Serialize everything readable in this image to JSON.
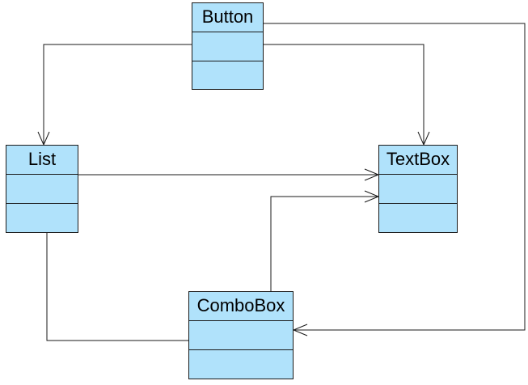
{
  "diagram": {
    "classes": [
      {
        "id": "button",
        "name": "Button"
      },
      {
        "id": "list",
        "name": "List"
      },
      {
        "id": "textbox",
        "name": "TextBox"
      },
      {
        "id": "combobox",
        "name": "ComboBox"
      }
    ],
    "relations": [
      {
        "from": "Button",
        "to": "List",
        "kind": "navigable-association"
      },
      {
        "from": "Button",
        "to": "TextBox",
        "kind": "navigable-association"
      },
      {
        "from": "Button",
        "to": "ComboBox",
        "kind": "navigable-association"
      },
      {
        "from": "List",
        "to": "TextBox",
        "kind": "navigable-association"
      },
      {
        "from": "ComboBox",
        "to": "TextBox",
        "kind": "navigable-association"
      },
      {
        "from": "List",
        "to": "ComboBox",
        "kind": "association"
      }
    ],
    "colors": {
      "class_fill": "#b0e2fb",
      "class_border": "#1a1a1a",
      "line": "#1a1a1a"
    }
  }
}
